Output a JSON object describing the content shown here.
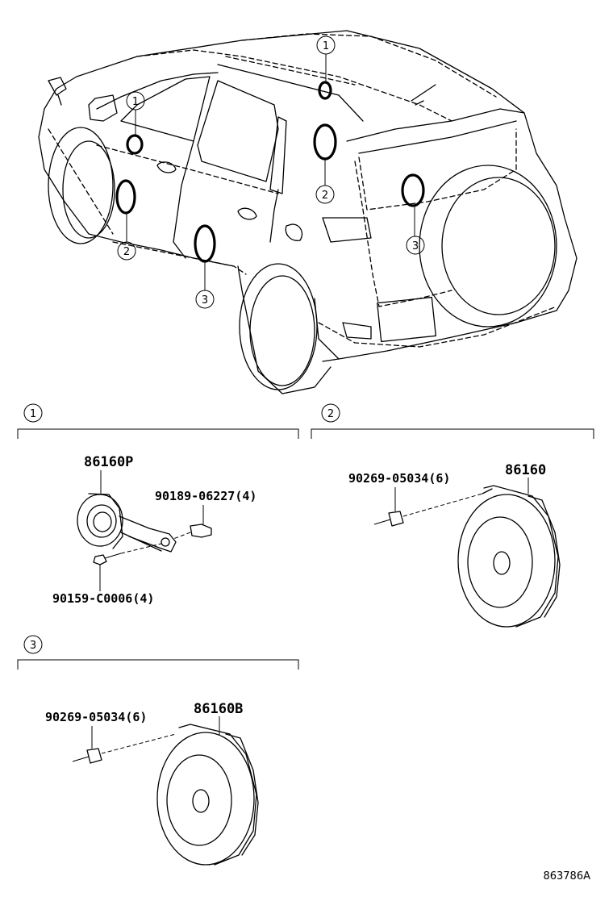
{
  "callouts": {
    "c1": "1",
    "c2": "2",
    "c3": "3"
  },
  "section1": {
    "number": "1",
    "tweeter": "86160P",
    "screw_a": "90189-06227(4)",
    "screw_b": "90159-C0006(4)"
  },
  "section2": {
    "number": "2",
    "screw": "90269-05034(6)",
    "speaker": "86160"
  },
  "section3": {
    "number": "3",
    "screw": "90269-05034(6)",
    "speaker": "86160B"
  },
  "reference": "863786A"
}
